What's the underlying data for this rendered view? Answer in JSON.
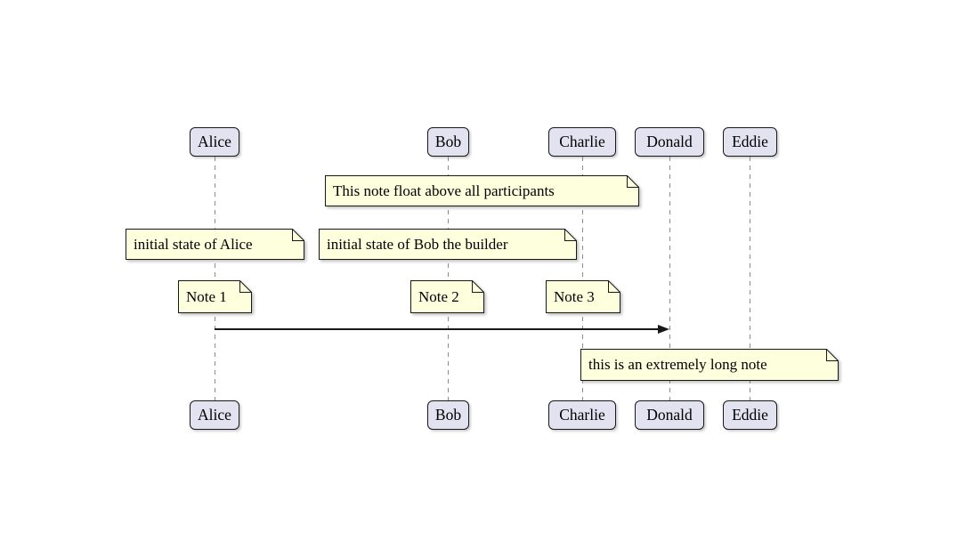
{
  "diagram": {
    "type": "sequence-diagram",
    "participants": [
      {
        "name": "Alice"
      },
      {
        "name": "Bob"
      },
      {
        "name": "Charlie"
      },
      {
        "name": "Donald"
      },
      {
        "name": "Eddie"
      }
    ],
    "notes": [
      {
        "text": "This note float above all participants"
      },
      {
        "text": "initial state of Alice"
      },
      {
        "text": "initial state of Bob the builder"
      },
      {
        "text": "Note 1"
      },
      {
        "text": "Note 2"
      },
      {
        "text": "Note 3"
      },
      {
        "text": "this is an extremely long note"
      }
    ],
    "messages": [
      {
        "from": "Alice",
        "to": "Donald",
        "label": ""
      }
    ],
    "colors": {
      "background": "#FFFFFF",
      "participant_fill": "#E2E2F0",
      "participant_border": "#181818",
      "note_fill": "#FEFFDD",
      "note_border": "#181818",
      "lifeline": "#8A8A8A",
      "arrow": "#181818",
      "text": "#000000"
    }
  }
}
